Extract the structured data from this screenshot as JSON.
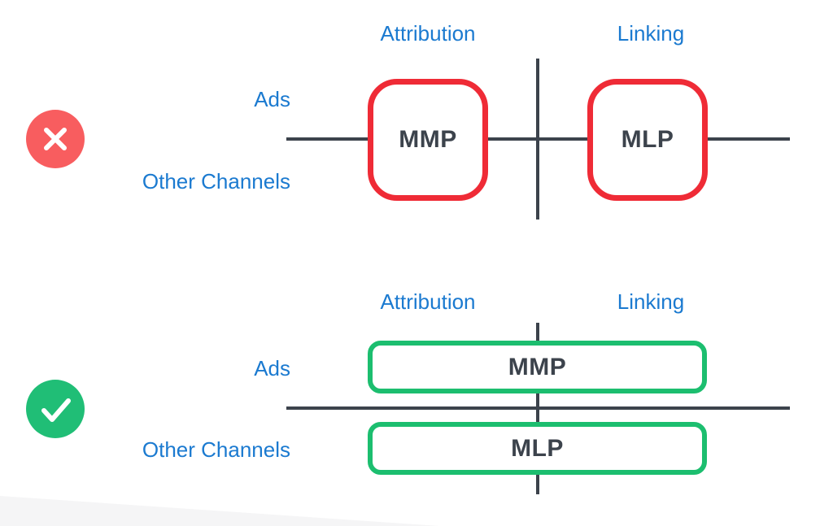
{
  "colors": {
    "label_blue": "#1b7ad0",
    "line_dark": "#3c434c",
    "wrong_red": "#ef2b36",
    "wrong_circle_red": "#f85d5f",
    "right_green": "#1cbe6f",
    "right_circle_green": "#20be76",
    "wedge_gray": "#f5f5f6"
  },
  "sections": {
    "wrong": {
      "verdict_icon": "x-circle-icon",
      "column_labels": {
        "attribution": "Attribution",
        "linking": "Linking"
      },
      "row_labels": {
        "ads": "Ads",
        "other_channels": "Other Channels"
      },
      "boxes": {
        "mmp": "MMP",
        "mlp": "MLP"
      }
    },
    "right": {
      "verdict_icon": "check-circle-icon",
      "column_labels": {
        "attribution": "Attribution",
        "linking": "Linking"
      },
      "row_labels": {
        "ads": "Ads",
        "other_channels": "Other Channels"
      },
      "boxes": {
        "mmp": "MMP",
        "mlp": "MLP"
      }
    }
  }
}
